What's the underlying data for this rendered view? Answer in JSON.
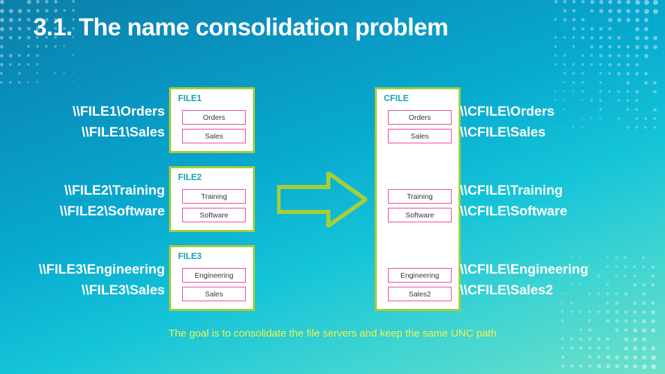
{
  "slide": {
    "title": "3.1. The name consolidation problem",
    "footnote": "The goal is to consolidate the file servers and keep the same UNC path",
    "colors": {
      "accent_green": "#a6ce39",
      "share_border_pink": "#e8459b",
      "server_title_teal": "#17a3b8",
      "footnote_yellow": "#f2f24a"
    }
  },
  "source_groups": [
    {
      "server": "FILE1",
      "unc_paths": [
        "\\\\FILE1\\Orders",
        "\\\\FILE1\\Sales"
      ],
      "shares": [
        "Orders",
        "Sales"
      ]
    },
    {
      "server": "FILE2",
      "unc_paths": [
        "\\\\FILE2\\Training",
        "\\\\FILE2\\Software"
      ],
      "shares": [
        "Training",
        "Software"
      ]
    },
    {
      "server": "FILE3",
      "unc_paths": [
        "\\\\FILE3\\Engineering",
        "\\\\FILE3\\Sales"
      ],
      "shares": [
        "Engineering",
        "Sales"
      ]
    }
  ],
  "destination": {
    "server": "CFILE",
    "share_rows": [
      {
        "shares": [
          "Orders",
          "Sales"
        ],
        "unc_paths": [
          "\\\\CFILE\\Orders",
          "\\\\CFILE\\Sales"
        ]
      },
      {
        "shares": [
          "Training",
          "Software"
        ],
        "unc_paths": [
          "\\\\CFILE\\Training",
          "\\\\CFILE\\Software"
        ]
      },
      {
        "shares": [
          "Engineering",
          "Sales2"
        ],
        "unc_paths": [
          "\\\\CFILE\\Engineering",
          "\\\\CFILE\\Sales2"
        ]
      }
    ]
  },
  "arrow": {
    "label": "consolidation-arrow"
  }
}
